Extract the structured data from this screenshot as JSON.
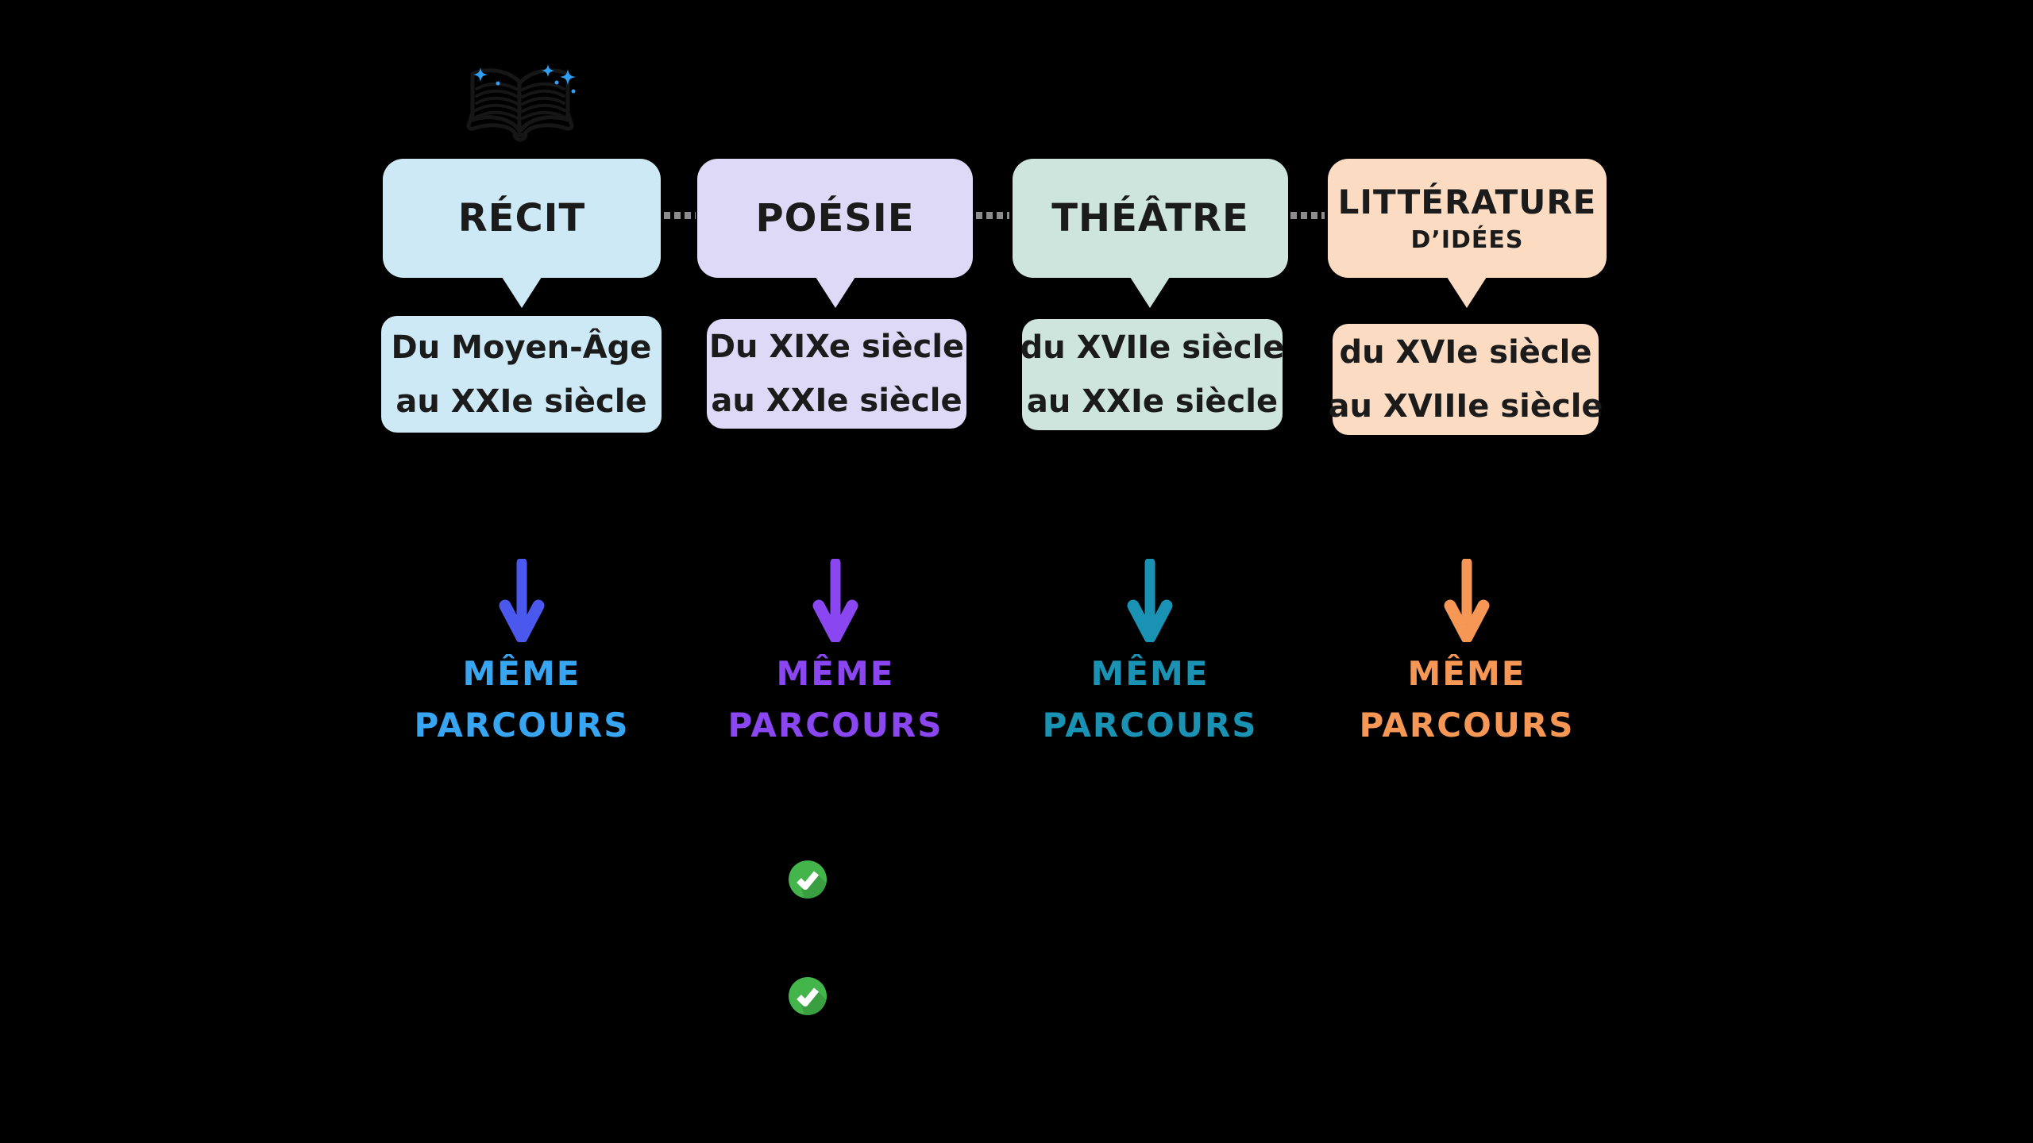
{
  "page": {
    "background": "#000000"
  },
  "decor": {
    "book_icon": "open-book-icon",
    "book_stroke": "#161616",
    "sparkle_color": "#2f9ff5"
  },
  "connectors": {
    "style": "dashed",
    "color": "#8c8c8c"
  },
  "bubble_text_color": "#1b1b1b",
  "genres": [
    {
      "title": "RÉCIT",
      "period_line1": "Du Moyen-Âge",
      "period_line2": "au XXIe siècle",
      "bubble_color": "#cde9f6",
      "arrow_color": "#4a58ee",
      "label_color": "#38a5f3",
      "label_line1": "MÊME",
      "label_line2": "PARCOURS"
    },
    {
      "title": "POÉSIE",
      "period_line1": "Du XIXe siècle",
      "period_line2": "au XXIe siècle",
      "bubble_color": "#ded9f6",
      "arrow_color": "#8a46f0",
      "label_color": "#8a46f0",
      "label_line1": "MÊME",
      "label_line2": "PARCOURS"
    },
    {
      "title": "THÉÂTRE",
      "period_line1": "du XVIIe siècle",
      "period_line2": "au XXIe siècle",
      "bubble_color": "#cee5de",
      "arrow_color": "#1992b3",
      "label_color": "#1992b3",
      "label_line1": "MÊME",
      "label_line2": "PARCOURS"
    },
    {
      "title": "LITTÉRATURE",
      "title_line2": "D’IDÉES",
      "period_line1": "du XVIe siècle",
      "period_line2": "au XVIIIe siècle",
      "bubble_color": "#fbdcc3",
      "arrow_color": "#f79756",
      "label_color": "#f79756",
      "label_line1": "MÊME",
      "label_line2": "PARCOURS"
    }
  ],
  "checkmarks": {
    "icon": "check-circle-icon",
    "color": "#43b54b",
    "count": 2
  }
}
